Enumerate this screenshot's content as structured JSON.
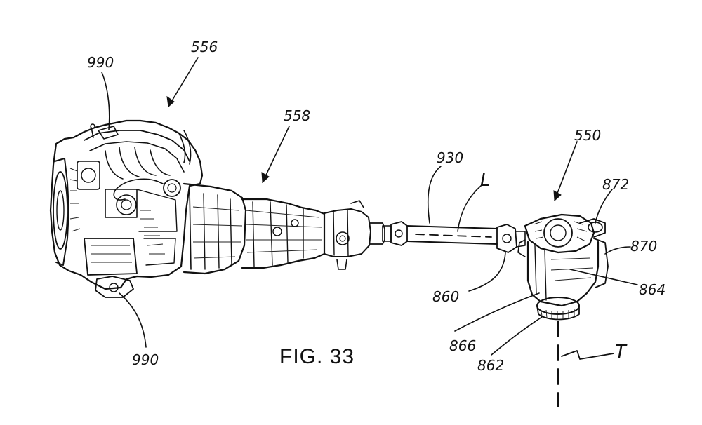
{
  "figure": {
    "caption": "FIG. 33",
    "labels": {
      "l990_top": "990",
      "l556": "556",
      "l558": "558",
      "l930": "930",
      "lL": "L",
      "l550": "550",
      "l872": "872",
      "l870": "870",
      "l864": "864",
      "l860": "860",
      "l866": "866",
      "l862": "862",
      "lT": "T",
      "l990_bottom": "990"
    }
  }
}
